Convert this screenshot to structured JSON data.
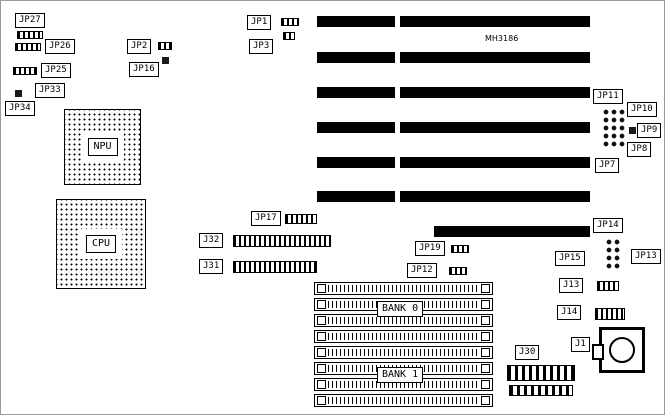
{
  "board": {
    "model": "MH3186"
  },
  "chips": {
    "npu": "NPU",
    "cpu": "CPU"
  },
  "memory": {
    "bank0": "BANK 0",
    "bank1": "BANK 1"
  },
  "jumpers": {
    "jp1": "JP1",
    "jp2": "JP2",
    "jp3": "JP3",
    "jp7": "JP7",
    "jp8": "JP8",
    "jp9": "JP9",
    "jp10": "JP10",
    "jp11": "JP11",
    "jp12": "JP12",
    "jp13": "JP13",
    "jp14": "JP14",
    "jp15": "JP15",
    "jp16": "JP16",
    "jp17": "JP17",
    "jp19": "JP19",
    "jp25": "JP25",
    "jp26": "JP26",
    "jp27": "JP27",
    "jp33": "JP33",
    "jp34": "JP34"
  },
  "connectors": {
    "j1": "J1",
    "j13": "J13",
    "j14": "J14",
    "j30": "J30",
    "j31": "J31",
    "j32": "J32"
  }
}
